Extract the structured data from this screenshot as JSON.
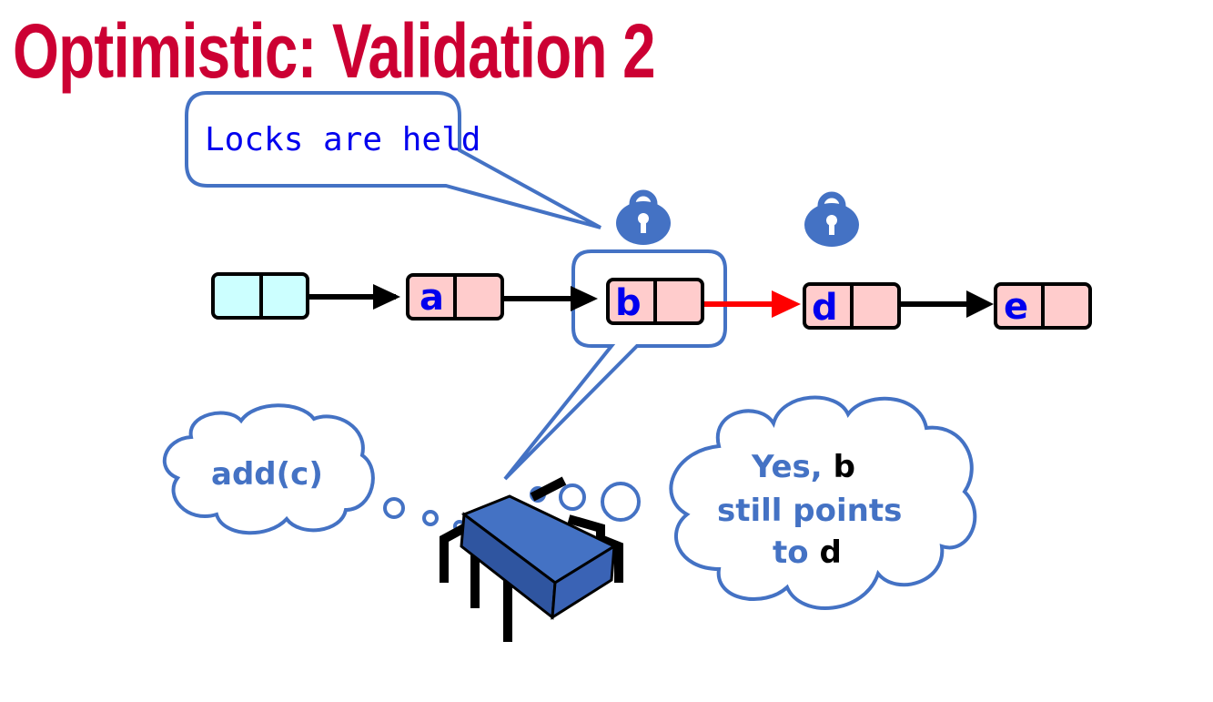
{
  "slide": {
    "title": "Optimistic: Validation 2"
  },
  "callout": {
    "text": "Locks are held"
  },
  "list": {
    "nodes": [
      {
        "id": "head",
        "label": ""
      },
      {
        "id": "a",
        "label": "a"
      },
      {
        "id": "b",
        "label": "b"
      },
      {
        "id": "d",
        "label": "d"
      },
      {
        "id": "e",
        "label": "e"
      }
    ],
    "locked_nodes": [
      "b",
      "d"
    ],
    "highlighted_link": "b->d"
  },
  "thought_left": {
    "text": "add(c)"
  },
  "thought_right": {
    "line1_prefix": "Yes, ",
    "line1_var": "b",
    "line2": "still points",
    "line3_prefix": "to ",
    "line3_var": "d"
  },
  "colors": {
    "title": "#cc0033",
    "outline_blue": "#4472c4",
    "text_blue": "#0000ee",
    "head_fill": "#ccffff",
    "node_fill": "#ffcccc",
    "link_black": "#000000",
    "link_red": "#ff0000",
    "lock_fill": "#4472c4"
  }
}
